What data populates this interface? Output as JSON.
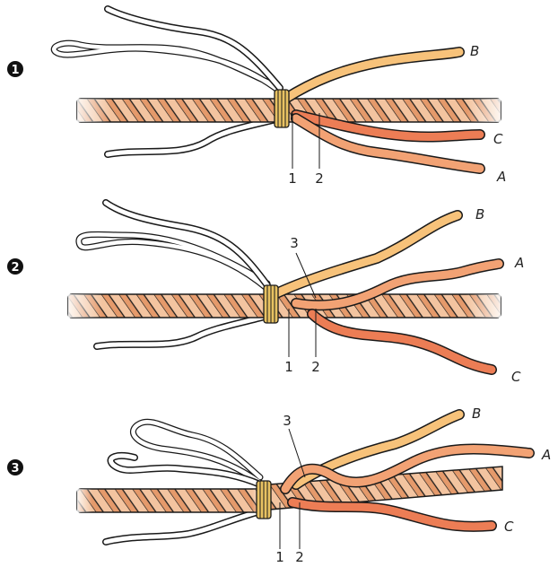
{
  "steps": [
    {
      "number": "1",
      "strand_labels": [
        "B",
        "C",
        "A"
      ],
      "callouts": [
        "1",
        "2"
      ]
    },
    {
      "number": "2",
      "strand_labels": [
        "B",
        "A",
        "C"
      ],
      "callouts": [
        "3",
        "1",
        "2"
      ]
    },
    {
      "number": "3",
      "strand_labels": [
        "B",
        "A",
        "C"
      ],
      "callouts": [
        "3",
        "1",
        "2"
      ]
    }
  ],
  "colors": {
    "rope": "#f0b48a",
    "rope_dark": "#d98a5c",
    "strand_b": "#f7c27a",
    "strand_a": "#f2a274",
    "strand_c": "#ec7d55",
    "whipping": "#e8c262",
    "loose_strands": "#ffffff",
    "outline": "#1a1a1a"
  }
}
